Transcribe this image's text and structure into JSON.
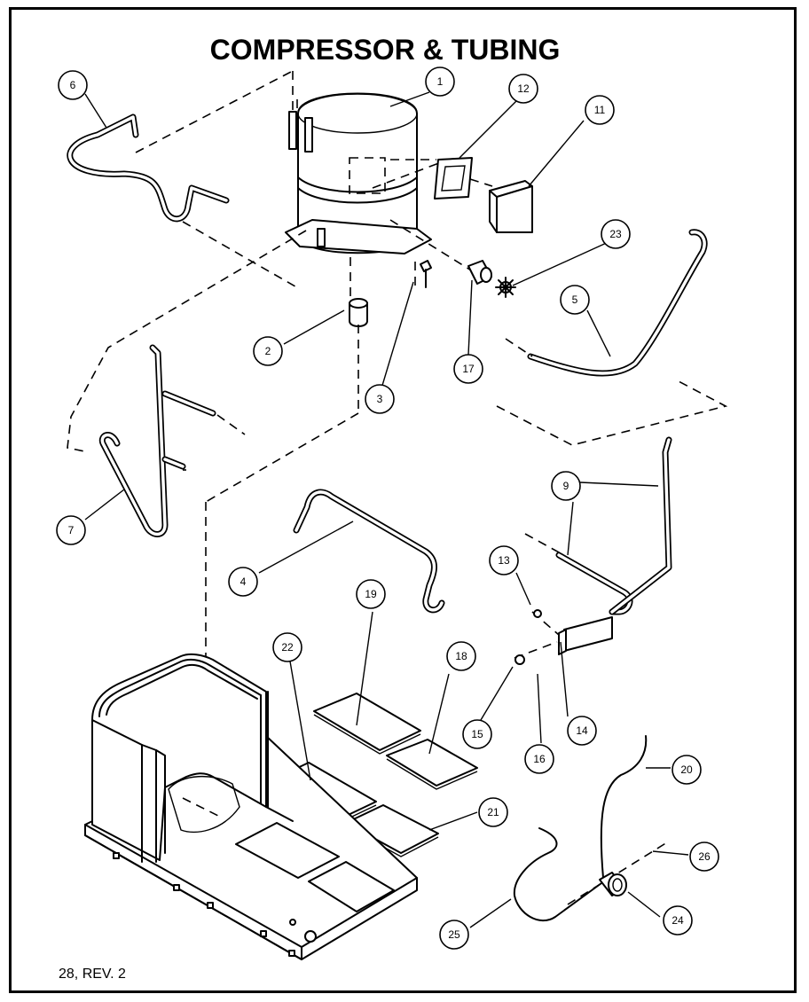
{
  "title": "COMPRESSOR & TUBING",
  "footer": "28, REV. 2",
  "callouts": [
    {
      "label": "1"
    },
    {
      "label": "2"
    },
    {
      "label": "3"
    },
    {
      "label": "4"
    },
    {
      "label": "5"
    },
    {
      "label": "6"
    },
    {
      "label": "7"
    },
    {
      "label": "9"
    },
    {
      "label": "11"
    },
    {
      "label": "12"
    },
    {
      "label": "13"
    },
    {
      "label": "14"
    },
    {
      "label": "15"
    },
    {
      "label": "16"
    },
    {
      "label": "17"
    },
    {
      "label": "18"
    },
    {
      "label": "19"
    },
    {
      "label": "20"
    },
    {
      "label": "21"
    },
    {
      "label": "22"
    },
    {
      "label": "23"
    },
    {
      "label": "24"
    },
    {
      "label": "25"
    },
    {
      "label": "26"
    }
  ]
}
